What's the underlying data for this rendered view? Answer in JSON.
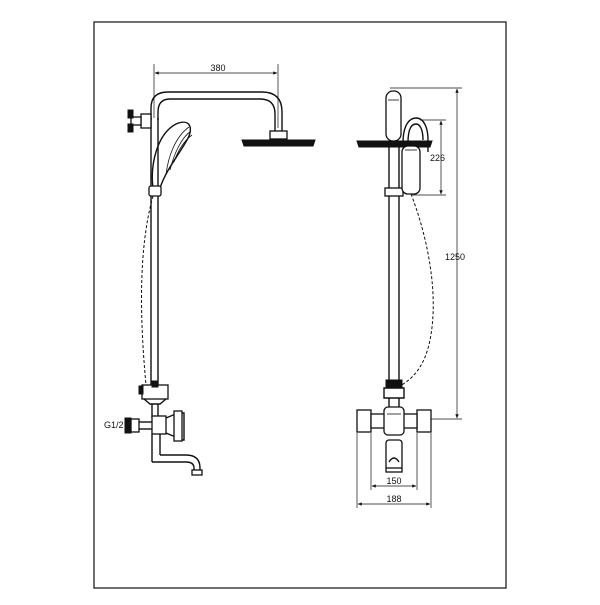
{
  "dimensions": {
    "arm_width": "380",
    "hand_shower_height": "226",
    "riser_height": "1250",
    "inlet_spacing": "150",
    "overall_width": "188",
    "inlet_thread": "G1/2"
  }
}
